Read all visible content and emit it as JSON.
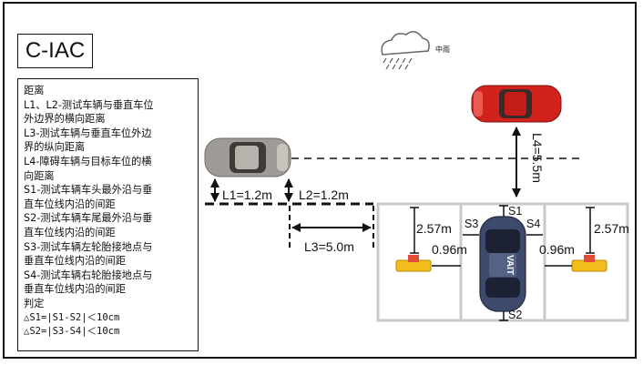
{
  "title": "C-IAC",
  "weather": {
    "icon": "rain-cloud-icon",
    "label": "中雨"
  },
  "legend_lines": [
    "距离",
    "L1、L2-测试车辆与垂直车位",
    "外边界的横向距离",
    "L3-测试车辆与垂直车位外边",
    "界的纵向距离",
    "L4-障碍车辆与目标车位的横",
    "向距离",
    "S1-测试车辆车头最外沿与垂",
    "直车位线内沿的间距",
    "S2-测试车辆车尾最外沿与垂",
    "直车位线内沿的间距",
    "S3-测试车辆左轮胎接地点与",
    "垂直车位线内沿的间距",
    "S4-测试车辆右轮胎接地点与",
    "垂直车位线内沿的间距",
    "判定",
    "△S1=|S1-S2|＜10cm",
    "△S2=|S3-S4|＜10cm"
  ],
  "labels": {
    "l1": "L1=1.2m",
    "l2": "L2=1.2m",
    "l3": "L3=5.0m",
    "l4": "L4=5.5m",
    "s1": "S1",
    "s2": "S2",
    "s3": "S3",
    "s4": "S4",
    "left_width": "2.57m",
    "right_width": "2.57m",
    "left_gap": "0.96m",
    "right_gap": "0.96m",
    "car_text": "VAIT"
  },
  "colors": {
    "test_car": "#9e9a95",
    "obstacle_car": "#d1221c",
    "parked_car": "#3d4a6b",
    "parking_line": "#c9c9c9",
    "barrier": "#f2bd1c"
  }
}
